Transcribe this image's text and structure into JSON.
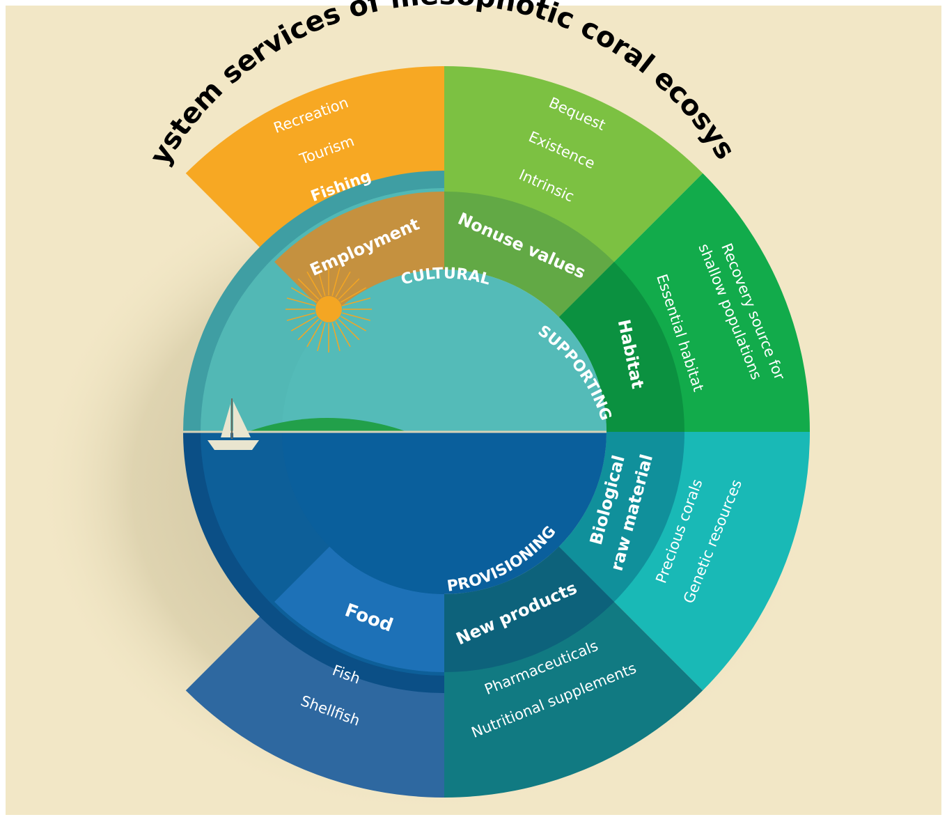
{
  "title": "Ecosystem services of mesophotic coral ecosystems",
  "categories": {
    "cultural": "CULTURAL",
    "supporting": "SUPPORTING",
    "provisioning": "PROVISIONING"
  },
  "services": {
    "employment": {
      "label": "Employment",
      "items": [
        "Recreation",
        "Tourism",
        "Fishing"
      ]
    },
    "nonuse": {
      "label": "Nonuse values",
      "items": [
        "Bequest",
        "Existence",
        "Intrinsic"
      ]
    },
    "habitat": {
      "label": "Habitat",
      "items": [
        "Essential habitat",
        "Recovery source for",
        "shallow populations"
      ]
    },
    "biological": {
      "label_line1": "Biological",
      "label_line2": "raw material",
      "items": [
        "Precious corals",
        "Genetic resources"
      ]
    },
    "new_products": {
      "label": "New products",
      "items": [
        "Pharmaceuticals",
        "Nutritional supplements"
      ]
    },
    "food": {
      "label": "Food",
      "items": [
        "Fish",
        "Shellfish"
      ]
    }
  },
  "colors": {
    "background": "#f2e7c6",
    "employment": "#f7a823",
    "nonuse": "#7cc142",
    "habitat": "#12ab4b",
    "biological": "#19b9b6",
    "new_products": "#117a82",
    "food": "#2e68a0",
    "sky": "#52b8b5",
    "sea": "#0d5f99",
    "sun": "#f4a623"
  }
}
